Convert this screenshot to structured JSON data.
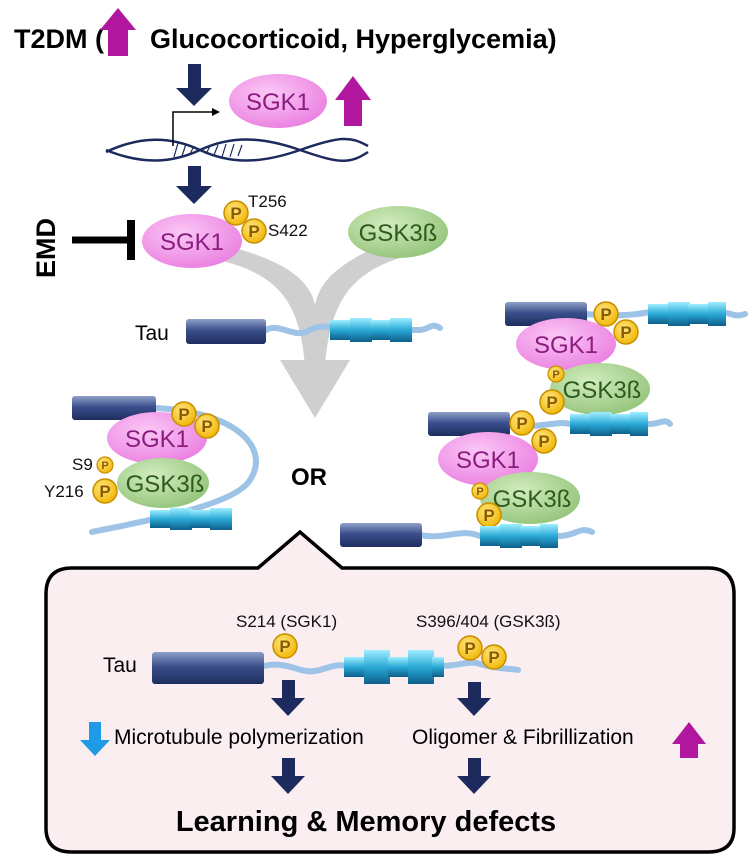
{
  "header": {
    "prefix": "T2DM (",
    "suffix": "Glucocorticoid, Hyperglycemia)"
  },
  "molecules": {
    "sgk1": "SGK1",
    "gsk3b": "GSK3ß",
    "tau": "Tau",
    "phospho": "P"
  },
  "inhibitor": "EMD",
  "sites": {
    "t256": "T256",
    "s422": "S422",
    "s9": "S9",
    "y216": "Y216",
    "s214": "S214 (SGK1)",
    "s396_404": "S396/404 (GSK3ß)"
  },
  "or_label": "OR",
  "outcomes": {
    "microtubule": "Microtubule polymerization",
    "oligomer": "Oligomer & Fibrillization",
    "final": "Learning & Memory defects"
  },
  "colors": {
    "up_arrow": "#b0179e",
    "down_arrow": "#1f9be6",
    "flow_arrow": "#1c2a5e",
    "sgk1_fill": "#f08ce8",
    "gsk3b_fill": "#a6d08e",
    "phospho_fill": "#f4c21a",
    "tau_line": "#9dc3e6",
    "box_fill": "#fbeef0"
  }
}
